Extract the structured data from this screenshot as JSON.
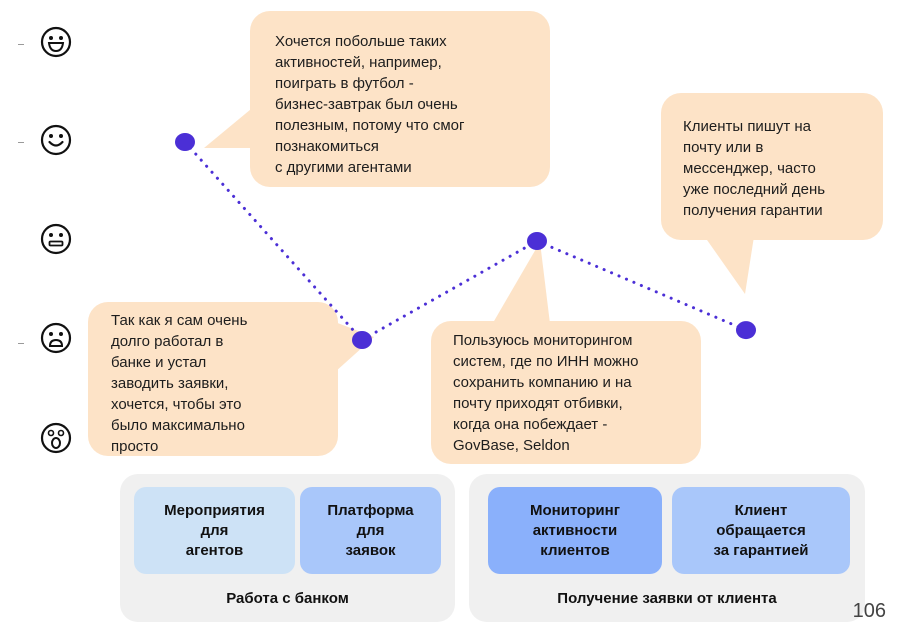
{
  "bubbles": [
    {
      "text": "Хочется побольше таких\nактивностей, например,\nпоиграть в футбол -\nбизнес-завтрак был очень\nполезным, потому что смог\nпознакомиться\nс другими агентами"
    },
    {
      "text": "Клиенты пишут на\nпочту или в\nмессенджер, часто\nуже последний день\nполучения гарантии"
    },
    {
      "text": "Так как я сам очень\nдолго работал в\nбанке и устал\nзаводить заявки,\nхочется, чтобы это\nбыло максимально\nпросто"
    },
    {
      "text": "Пользуюсь мониторингом\nсистем, где по ИНН можно\nсохранить компанию и на\nпочту приходят отбивки,\nкогда она побеждает -\nGovBase, Seldon"
    }
  ],
  "stages": [
    {
      "label": "Мероприятия\nдля\nагентов",
      "color": "#cde2f6"
    },
    {
      "label": "Платформа\nдля\nзаявок",
      "color": "#a9c7fa"
    },
    {
      "label": "Мониторинг\nактивности\nклиентов",
      "color": "#8ab0fb"
    },
    {
      "label": "Клиент\nобращается\nза гарантией",
      "color": "#a9c7fa"
    }
  ],
  "groups": [
    {
      "label": "Работа с банком"
    },
    {
      "label": "Получение заявки от клиента"
    }
  ],
  "emotion_scale": [
    "very-happy-face-icon",
    "happy-face-icon",
    "neutral-face-icon",
    "sad-face-icon",
    "shocked-face-icon"
  ],
  "chart_data": {
    "type": "line",
    "categories": [
      "Мероприятия для агентов",
      "Платформа для заявок",
      "Мониторинг активности клиентов",
      "Клиент обращается за гарантией"
    ],
    "values": [
      4,
      2,
      3,
      2.1
    ],
    "ylim": [
      1,
      5
    ],
    "line_color": "#4b2fd6"
  },
  "page_number": "106"
}
